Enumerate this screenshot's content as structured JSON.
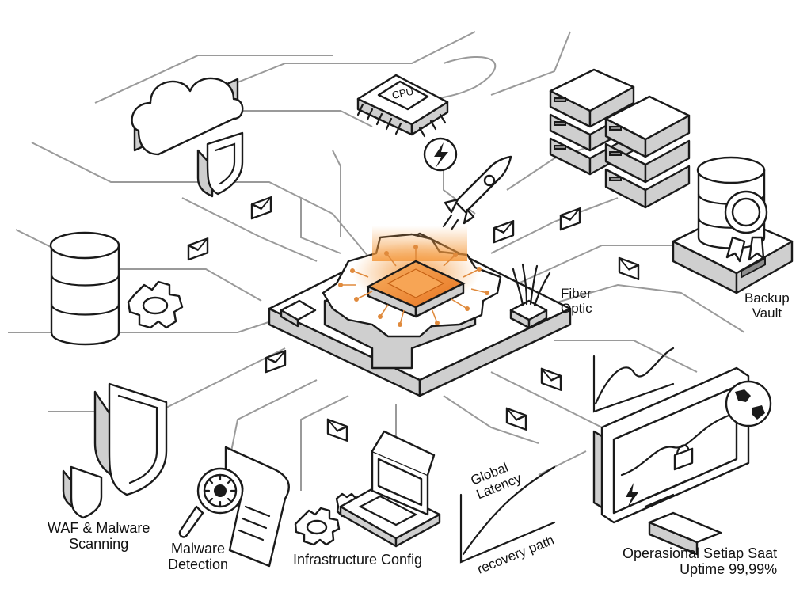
{
  "labels": {
    "fiber_optic": [
      "Fiber",
      "Optic"
    ],
    "backup_vault": [
      "Backup",
      "Vault"
    ],
    "waf": [
      "WAF & Malware",
      "Scanning"
    ],
    "malware_detection": [
      "Malware",
      "Detection"
    ],
    "infrastructure_config": "Infrastructure Config",
    "global_latency": [
      "Global",
      "Latency"
    ],
    "recovery_path": "recovery path",
    "operational": [
      "Operasional Setiap Saat",
      "Uptime 99,99%"
    ],
    "cpu": "CPU"
  },
  "colors": {
    "accent": "#f08a2c",
    "line": "#1a1a1a",
    "circuit": "#9a9a9a"
  },
  "icons": [
    "cloud-icon",
    "shield-icon",
    "cpu-icon",
    "lightning-icon",
    "rocket-icon",
    "server-rack-icon",
    "database-icon",
    "award-badge-icon",
    "gear-icon",
    "envelope-icon",
    "magnifier-virus-icon",
    "laptop-icon",
    "monitor-icon",
    "globe-icon",
    "padlock-icon",
    "fiber-optic-icon"
  ]
}
